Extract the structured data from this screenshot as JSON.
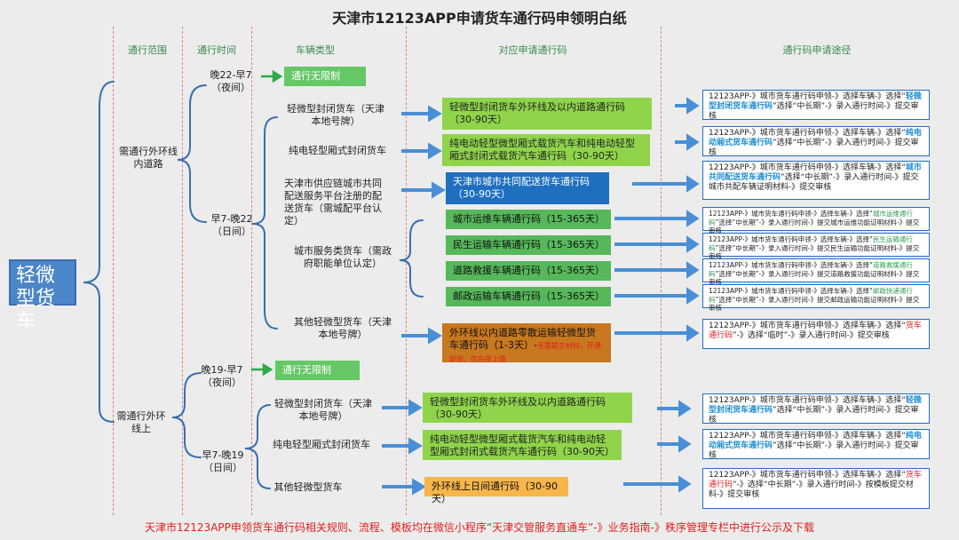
{
  "title": "天津市12123APP申请货车通行码申领明白纸",
  "headers": [
    "通行范围",
    "通行时间",
    "车辆类型",
    "对应申请通行码",
    "通行码申请途径"
  ],
  "root": "轻微型货车",
  "ranges": [
    "需通行外环线内道路",
    "需通行外环线上"
  ],
  "times": [
    "晚22-早7（夜间）",
    "早7-晚22（日间）",
    "晚19-早7（夜间）",
    "早7-晚19（日间）"
  ],
  "unlimited": [
    "通行无限制",
    "通行无限制"
  ],
  "vehicles": [
    "轻微型封闭货车（天津本地号牌）",
    "纯电轻型厢式封闭货车",
    "天津市供应链城市共同配送服务平台注册的配送货车（需城配平台认定）",
    "城市服务类货车（需政府职能单位认定）",
    "其他轻微型货车（天津本地号牌）",
    "轻微型封闭货车（天津本地号牌）",
    "纯电轻型厢式封闭货车",
    "其他轻微型货车"
  ],
  "codes": [
    "轻微型封闭货车外环线及以内道路通行码（30-90天）",
    "纯电动轻型微型厢式载货汽车和纯电动轻型厢式封闭式载货汽车通行码（30-90天）",
    "天津市城市共同配送货车通行码（30-90天）",
    "城市运维车辆通行码（15-365天）",
    "民生运输车辆通行码（15-365天）",
    "道路救援车辆通行码（15-365天）",
    "邮政运输车辆通行码（15-365天）",
    "外环线以内道路零散运输轻微型货车通行码（1-3天）-",
    "轻微型封闭货车外环线及以内道路通行码（30-90天）",
    "纯电动轻型微型厢式载货汽车和纯电动轻型厢式封闭式载货汽车通行码（30-90天）",
    "外环线上日间通行码（30-90天）"
  ],
  "code8_note": "无需提交材料，开通即领，仅在夜上路",
  "paths": [
    {
      "a": "12123APP-》城市货车通行码申领-》选择车辆-》选择“",
      "h": "轻微型封闭货车通行码",
      "b": "”选择“中长期”-》录入通行时间-》提交审核"
    },
    {
      "a": "12123APP-》城市货车通行码申领-》选择车辆-》选择“",
      "h": "纯电动厢式货车通行码",
      "b": "”选择“中长期”-》录入通行时间-》提交审核"
    },
    {
      "a": "12123APP-》城市货车通行码申领-》选择车辆-》选择“",
      "h": "城市共同配送货车通行码",
      "b": "”选择“中长期”-》录入通行时间-》提交城市共配车辆证明材料-》提交审核"
    },
    {
      "a": "12123APP-》城市货车通行码申领-》选择车辆-》选择“",
      "h": "城市运维通行码",
      "b": "”选择“中长期”-》录入通行时间-》提交城市运维功能证明材料-》提交审核"
    },
    {
      "a": "12123APP-》城市货车通行码申领-》选择车辆-》选择“",
      "h": "民生运输通行码",
      "b": "”选择“中长期”-》录入通行时间-》提交民生运输功能证明材料-》提交审核"
    },
    {
      "a": "12123APP-》城市货车通行码申领-》选择车辆-》选择“",
      "h": "道路救援通行码",
      "b": "”选择“中长期”-》录入通行时间-》提交道路救援功能证明材料-》提交审核"
    },
    {
      "a": "12123APP-》城市货车通行码申领-》选择车辆-》选择“",
      "h": "邮政快递通行码",
      "b": "”选择“中长期”-》录入通行时间-》提交邮政运输功能证明材料-》提交审核"
    },
    {
      "a": "12123APP-》城市货车通行码申领-》选择车辆-》选择“",
      "h": "货车通行码",
      "b": "”-》选择“临时”-》录入通行时间-》提交审核"
    },
    {
      "a": "12123APP-》城市货车通行码申领-》选择车辆-》选择“",
      "h": "轻微型封闭货车通行码",
      "b": "”选择“中长期”-》录入通行时间-》提交审核"
    },
    {
      "a": "12123APP-》城市货车通行码申领-》选择车辆-》选择“",
      "h": "纯电动厢式货车通行码",
      "b": "”选择“中长期”-》录入通行时间-》提交审核"
    },
    {
      "a": "12123APP-》城市货车通行码申领-》选择车辆-》选择“",
      "h": "货车通行码",
      "b": "”-》选择“中长期”-》录入通行时间-》按模板提交材料-》提交审核"
    }
  ],
  "footer": "天津市12123APP申领货车通行码相关规则、流程、模板均在微信小程序“天津交管服务直通车”-》业务指南-》秩序管理专栏中进行公示及下载",
  "colors": {
    "accent_blue": "#1f6fc0",
    "green": "#2e9a4e",
    "red": "#e02020",
    "orange": "#c8781e"
  }
}
